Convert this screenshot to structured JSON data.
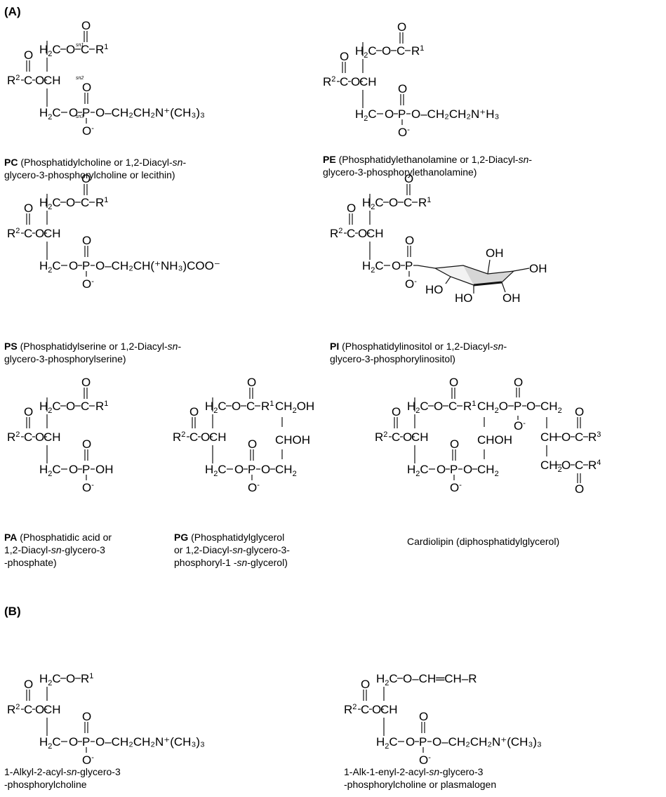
{
  "section_a": "(A)",
  "section_b": "(B)",
  "structures": {
    "pc": {
      "abbr": "PC",
      "caption_l1": " (Phosphatidylcholine or 1,2-Diacyl-",
      "caption_l1_it": "sn",
      "caption_l1_end": "-",
      "caption_l2": "glycero-3-phosphorylcholine or lecithin)"
    },
    "pe": {
      "abbr": "PE",
      "caption_l1": " (Phosphatidylethanolamine or 1,2-Diacyl-",
      "caption_l1_it": "sn",
      "caption_l1_end": "-",
      "caption_l2": "glycero-3-phosphorylethanolamine)"
    },
    "ps": {
      "abbr": "PS",
      "caption_l1": " (Phosphatidylserine or 1,2-Diacyl-",
      "caption_l1_it": "sn",
      "caption_l1_end": "-",
      "caption_l2": "glycero-3-phosphorylserine)"
    },
    "pi": {
      "abbr": "PI",
      "caption_l1": " (Phosphatidylinositol or 1,2-Diacyl-",
      "caption_l1_it": "sn",
      "caption_l1_end": "-",
      "caption_l2": "glycero-3-phosphorylinositol)"
    },
    "pa": {
      "abbr": "PA",
      "caption_l1": " (Phosphatidic acid or",
      "caption_l2_a": "1,2-Diacyl-",
      "caption_l2_it": "sn",
      "caption_l2_b": "-glycero-3",
      "caption_l3": "-phosphate)"
    },
    "pg": {
      "abbr": "PG",
      "caption_l1": " (Phosphatidylglycerol",
      "caption_l2_a": "or 1,2-Diacyl-",
      "caption_l2_it": "sn",
      "caption_l2_b": "-glycero-3-",
      "caption_l3_a": "phosphoryl-1 -",
      "caption_l3_it": "sn",
      "caption_l3_b": "-glycerol)"
    },
    "cl": {
      "caption": "Cardiolipin (diphosphatidylglycerol)"
    },
    "alkyl": {
      "caption_l1_a": "1-Alkyl-2-acyl-",
      "caption_l1_it": "sn",
      "caption_l1_b": "-glycero-3",
      "caption_l2": "-phosphorylcholine"
    },
    "alkenyl": {
      "caption_l1_a": "1-Alk-1-enyl-2-acyl-",
      "caption_l1_it": "sn",
      "caption_l1_b": "-glycero-3",
      "caption_l2": "-phosphorylcholine or plasmalogen"
    }
  },
  "groups": {
    "choline": "O–CH₂CH₂N⁺(CH₃)₃",
    "ethanolamine": "O–CH₂CH₂N⁺H₃",
    "serine": "O–CH₂CH(⁺NH₃)COO⁻",
    "plasmalogen_chain": "O–CH═CH–R"
  },
  "sn_labels": [
    "sn1",
    "sn2",
    "sn3"
  ]
}
